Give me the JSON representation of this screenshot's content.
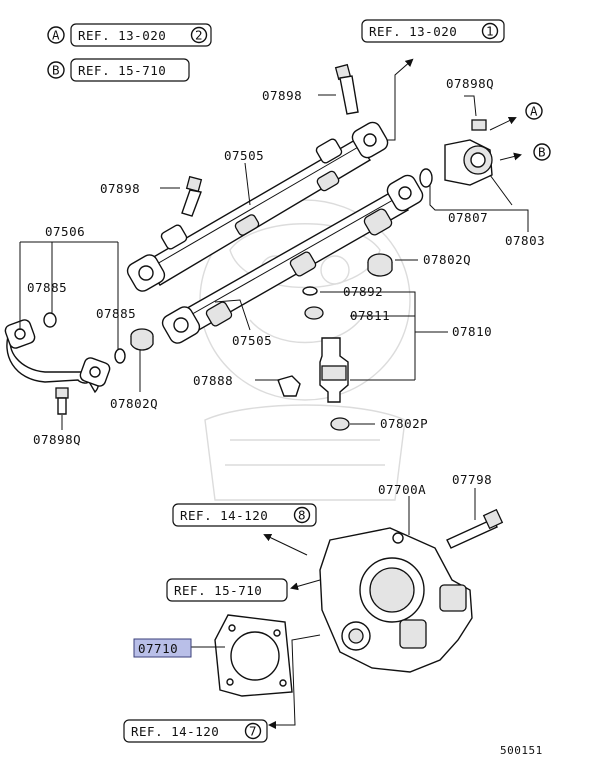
{
  "refs": {
    "a_circle": "A",
    "a_ref": "REF. 13-020",
    "a_num": "2",
    "b_circle": "B",
    "b_ref": "REF. 15-710",
    "top_right_ref": "REF. 13-020",
    "top_right_num": "1",
    "mid_ref_1": "REF. 14-120",
    "mid_ref_1_num": "8",
    "mid_ref_2": "REF. 15-710",
    "bottom_ref": "REF. 14-120",
    "bottom_ref_num": "7"
  },
  "callouts": {
    "arrow_a": "A",
    "arrow_b": "B"
  },
  "labels": {
    "p07898_top": "07898",
    "p07898q_top": "07898Q",
    "p07505_top": "07505",
    "p07898_left": "07898",
    "p07807": "07807",
    "p07803": "07803",
    "p07506": "07506",
    "p07802q_right": "07802Q",
    "p07885_left": "07885",
    "p07885_right": "07885",
    "p07892": "07892",
    "p07811": "07811",
    "p07810": "07810",
    "p07505_bottom": "07505",
    "p07888": "07888",
    "p07802q_left": "07802Q",
    "p07898q_bottom": "07898Q",
    "p07802p": "07802P",
    "p07700a": "07700A",
    "p07798": "07798",
    "p07710": "07710"
  },
  "footer": {
    "diagram_number": "500151"
  },
  "colors": {
    "highlight": "#b9bfe8",
    "highlight_border": "#3a3f7a",
    "watermark": "#dcdcdc",
    "line": "#111111"
  }
}
